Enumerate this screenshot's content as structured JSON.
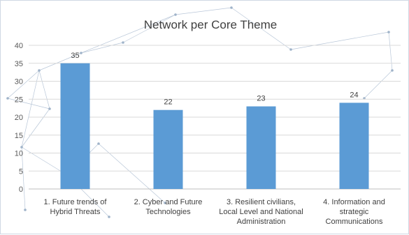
{
  "chart_data": {
    "type": "bar",
    "title": "Network per Core Theme",
    "categories": [
      [
        "1. Future trends of",
        "Hybrid Threats"
      ],
      [
        "2. Cyber and Future",
        "Technologies"
      ],
      [
        "3. Resilient civilians,",
        "Local Level and National",
        "Administration"
      ],
      [
        "4. Information and",
        "strategic",
        "Communications"
      ]
    ],
    "values": [
      35,
      22,
      23,
      24
    ],
    "data_labels": [
      "35",
      "22",
      "23",
      "24"
    ],
    "yticks": [
      "0",
      "5",
      "10",
      "15",
      "20",
      "25",
      "30",
      "35",
      "40"
    ],
    "ylim": [
      0,
      40
    ],
    "xlabel": "",
    "ylabel": "",
    "grid": true,
    "bar_color": "#5b9bd5"
  }
}
